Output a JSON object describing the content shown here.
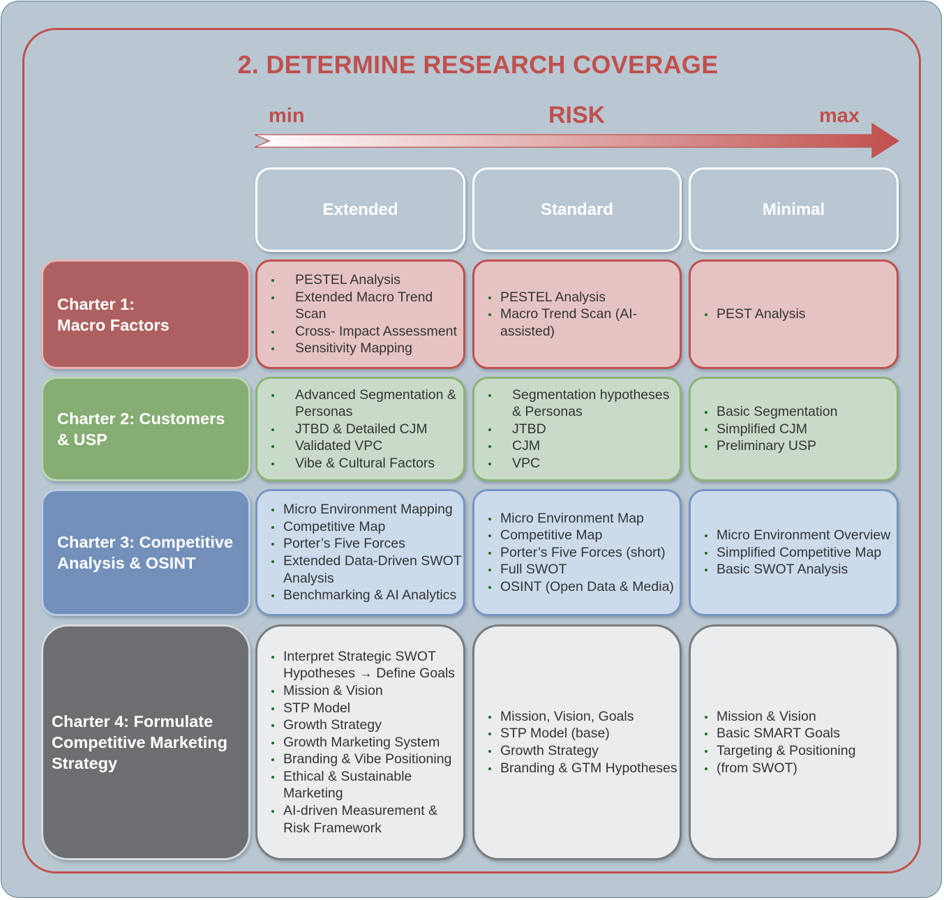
{
  "title": "2. DETERMINE RESEARCH COVERAGE",
  "risk_axis": {
    "min_label": "min",
    "axis_label": "RISK",
    "max_label": "max",
    "colors": {
      "start": "#ffffff",
      "end": "#c0504d"
    }
  },
  "columns": [
    {
      "label": "Extended"
    },
    {
      "label": "Standard"
    },
    {
      "label": "Minimal"
    }
  ],
  "rows": [
    {
      "label": "Charter 1:\nMacro Factors",
      "color": "#ae6060",
      "cells": [
        [
          "PESTEL Analysis",
          "Extended Macro Trend Scan",
          "Cross- Impact Assessment",
          "Sensitivity Mapping"
        ],
        [
          "PESTEL Analysis",
          "Macro Trend Scan (AI-assisted)"
        ],
        [
          "PEST Analysis"
        ]
      ]
    },
    {
      "label": "Charter 2: Customers\n & USP",
      "color": "#86ad73",
      "cells": [
        [
          "Advanced Segmentation & Personas",
          "JTBD & Detailed CJM",
          "Validated VPC",
          "Vibe & Cultural Factors"
        ],
        [
          "Segmentation hypotheses & Personas",
          "JTBD",
          "CJM",
          "VPC"
        ],
        [
          "Basic Segmentation",
          "Simplified CJM",
          "Preliminary USP"
        ]
      ]
    },
    {
      "label": "Charter 3: Competitive\n Analysis & OSINT",
      "color": "#7290ba",
      "cells": [
        [
          "Micro Environment Mapping",
          "Competitive Map",
          "Porter’s Five Forces",
          "Extended Data-Driven SWOT Analysis",
          "Benchmarking & AI Analytics"
        ],
        [
          "Micro Environment Map",
          "Competitive Map",
          "Porter’s Five Forces (short)",
          "Full SWOT",
          "OSINT (Open Data & Media)"
        ],
        [
          "Micro Environment Overview",
          "Simplified Competitive Map",
          "Basic SWOT Analysis"
        ]
      ]
    },
    {
      "label": "Charter 4: Formulate\nCompetitive Marketing\nStrategy",
      "color": "#6d6e71",
      "cells": [
        [
          "Interpret Strategic SWOT Hypotheses → Define Goals",
          "Mission & Vision",
          "STP Model",
          "Growth Strategy",
          "Growth Marketing System",
          "Branding & Vibe Positioning",
          "Ethical & Sustainable Marketing",
          "AI-driven Measurement & Risk Framework"
        ],
        [
          "Mission, Vision, Goals",
          "STP Model (base)",
          "Growth Strategy",
          "Branding & GTM Hypotheses"
        ],
        [
          "Mission & Vision",
          "Basic SMART Goals",
          "Targeting & Positioning",
          "(from SWOT)"
        ]
      ]
    }
  ]
}
